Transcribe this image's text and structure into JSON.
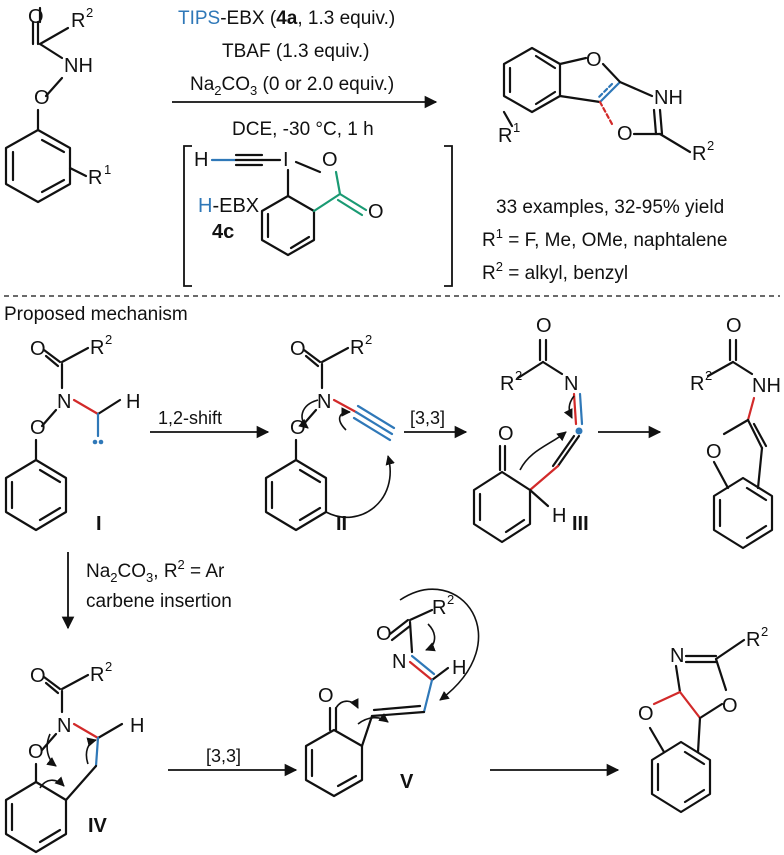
{
  "top": {
    "cond_1_reagent": "TIPS",
    "cond_1_rest_a": "-EBX (",
    "cond_1_bold": "4a",
    "cond_1_rest_b": ", 1.3 equiv.)",
    "cond_2": "TBAF (1.3 equiv.)",
    "cond_3_a": "Na",
    "cond_3_sub1": "2",
    "cond_3_b": "CO",
    "cond_3_sub2": "3",
    "cond_3_c": " (0 or 2.0 equiv.)",
    "cond_4": "DCE, -30 °C, 1 h",
    "hebx_h": "H",
    "hebx_rest": "-EBX",
    "hebx_num": "4c",
    "examples": "33 examples, 32-95% yield",
    "r1_label": "R",
    "r1_sup": "1",
    "r1_values": " = F, Me, OMe, naphtalene",
    "r2_label": "R",
    "r2_sup": "2",
    "r2_values": " = alkyl, benzyl"
  },
  "atoms": {
    "O": "O",
    "N": "N",
    "NH": "NH",
    "H": "H",
    "I": "I",
    "R": "R",
    "sup1": "1",
    "sup2": "2"
  },
  "mechanism": {
    "title": "Proposed mechanism",
    "shift_label": "1,2-shift",
    "sigmatropic_1": "[3,3]",
    "sigmatropic_2": "[3,3]",
    "base_a": "Na",
    "base_sub1": "2",
    "base_b": "CO",
    "base_sub2": "3",
    "base_c": ", R",
    "base_sup": "2",
    "base_d": " = Ar",
    "insertion": "carbene insertion",
    "int_I": "I",
    "int_II": "II",
    "int_III": "III",
    "int_IV": "IV",
    "int_V": "V"
  },
  "colors": {
    "blue": "#2f78b8",
    "red": "#d22a2a",
    "green": "#1a9a73"
  }
}
